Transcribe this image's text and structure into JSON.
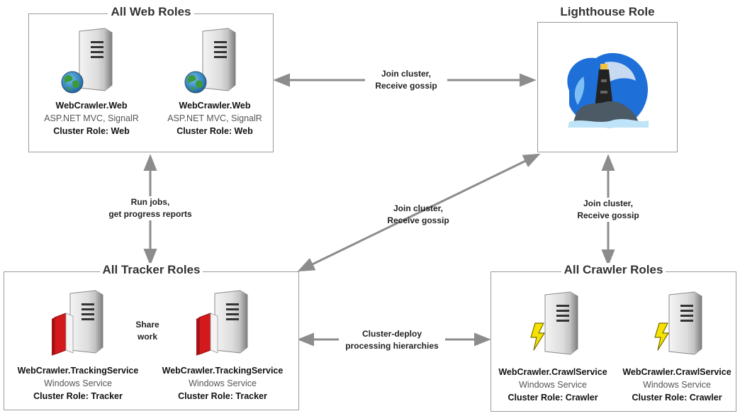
{
  "groups": {
    "web": {
      "title": "All Web Roles"
    },
    "lighthouse": {
      "title": "Lighthouse Role"
    },
    "tracker": {
      "title": "All Tracker Roles"
    },
    "crawler": {
      "title": "All Crawler Roles"
    }
  },
  "nodes": {
    "web1": {
      "name": "WebCrawler.Web",
      "tech": "ASP.NET MVC, SignalR",
      "role": "Cluster Role: Web",
      "icon": "server-globe-icon"
    },
    "web2": {
      "name": "WebCrawler.Web",
      "tech": "ASP.NET MVC, SignalR",
      "role": "Cluster Role: Web",
      "icon": "server-globe-icon"
    },
    "tracker1": {
      "name": "WebCrawler.TrackingService",
      "tech": "Windows Service",
      "role": "Cluster Role: Tracker",
      "icon": "server-book-icon"
    },
    "tracker2": {
      "name": "WebCrawler.TrackingService",
      "tech": "Windows Service",
      "role": "Cluster Role: Tracker",
      "icon": "server-book-icon"
    },
    "crawler1": {
      "name": "WebCrawler.CrawlService",
      "tech": "Windows Service",
      "role": "Cluster Role: Crawler",
      "icon": "server-lightning-icon"
    },
    "crawler2": {
      "name": "WebCrawler.CrawlService",
      "tech": "Windows Service",
      "role": "Cluster Role: Crawler",
      "icon": "server-lightning-icon"
    }
  },
  "edges": {
    "web_lighthouse": {
      "line1": "Join cluster,",
      "line2": "Receive gossip"
    },
    "web_tracker": {
      "line1": "Run jobs,",
      "line2": "get progress reports"
    },
    "tracker_lighthouse": {
      "line1": "Join cluster,",
      "line2": "Receive gossip"
    },
    "crawler_lighthouse": {
      "line1": "Join cluster,",
      "line2": "Receive gossip"
    },
    "tracker_share": {
      "line1": "Share",
      "line2": "work"
    },
    "tracker_crawler": {
      "line1": "Cluster-deploy",
      "line2": "processing hierarchies"
    }
  },
  "colors": {
    "arrow": "#8c8c8c",
    "border": "#9a9a9a",
    "lighthouse_sky": "#1e6fd8",
    "bolt": "#f5e200",
    "book": "#d4191c",
    "globe": "#2a7fb8"
  }
}
